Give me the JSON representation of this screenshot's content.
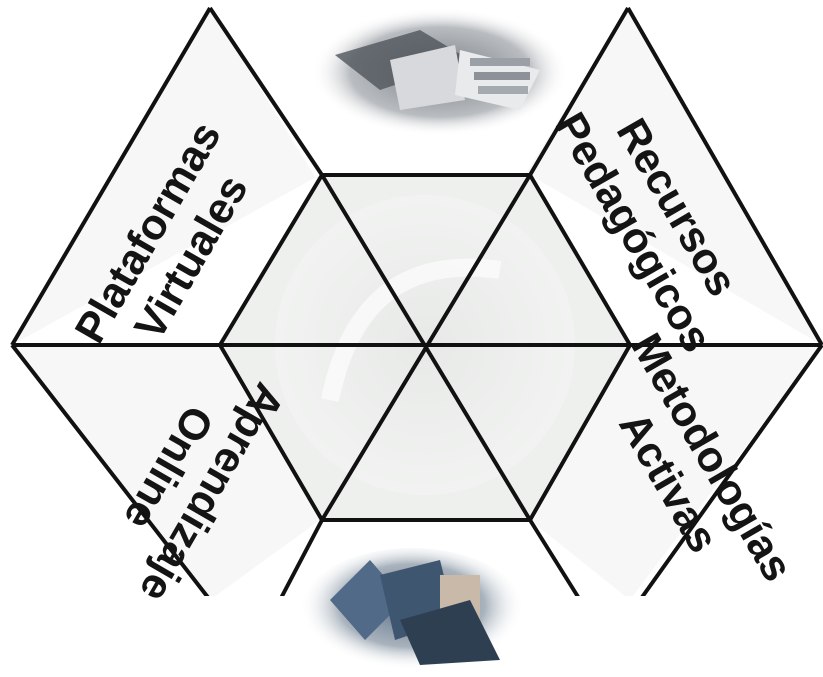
{
  "diagram": {
    "labels": {
      "upper_left": {
        "line1": "Plataformas",
        "line2": "Virtuales"
      },
      "upper_right": {
        "line1": "Recursos",
        "line2": "Pedagógicos"
      },
      "lower_right": {
        "line1": "Metodologías",
        "line2": "Activas"
      },
      "lower_left": {
        "line1": "Aprendizaje",
        "line2": "Online"
      }
    },
    "images": {
      "top": "books-photo",
      "bottom": "library-books-photo"
    },
    "colors": {
      "line": "#111111",
      "panel": "#f2f2f2",
      "hexagon_fill": "#eceeec",
      "text": "#141414"
    }
  }
}
